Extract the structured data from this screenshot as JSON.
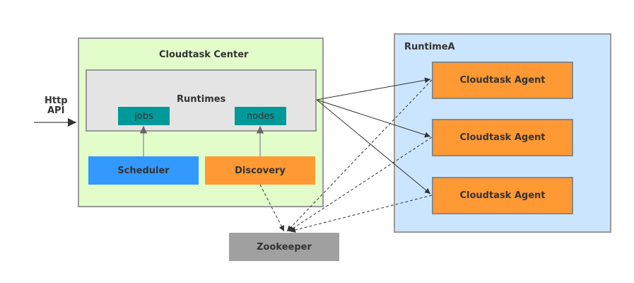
{
  "diagram": {
    "center": {
      "title": "Cloudtask Center",
      "runtimes": {
        "title": "Runtimes",
        "jobs": "jobs",
        "nodes": "nodes"
      },
      "scheduler": "Scheduler",
      "discovery": "Discovery"
    },
    "http_api": {
      "line1": "Http",
      "line2": "API"
    },
    "runtime_a": {
      "title": "RuntimeA",
      "agents": [
        "Cloudtask Agent",
        "Cloudtask Agent",
        "Cloudtask Agent"
      ]
    },
    "zookeeper": "Zookeeper",
    "colors": {
      "center_bg": "#e2fcca",
      "runtimes_bg": "#e4e4e4",
      "teal": "#009999",
      "scheduler": "#3399ff",
      "discovery": "#ff9933",
      "runtime_a_bg": "#cce5ff",
      "agent": "#ff9933",
      "zookeeper": "#a0a0a0"
    }
  }
}
